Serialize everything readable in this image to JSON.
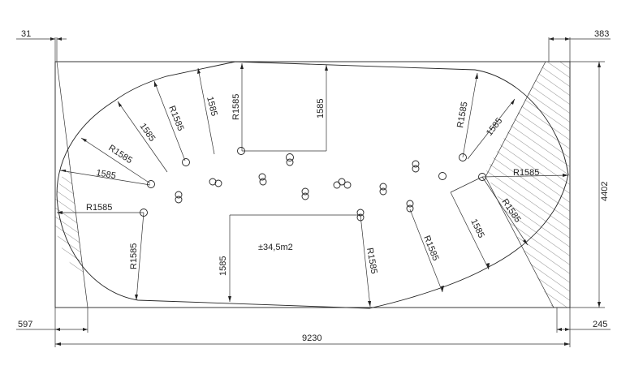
{
  "dimensions": {
    "top_left": "31",
    "top_right": "383",
    "bottom_left": "597",
    "bottom_right": "245",
    "overall_width": "9230",
    "overall_height": "4402"
  },
  "area_label": "±34,5m2",
  "radius_label": "R1585",
  "offset_label": "1585"
}
